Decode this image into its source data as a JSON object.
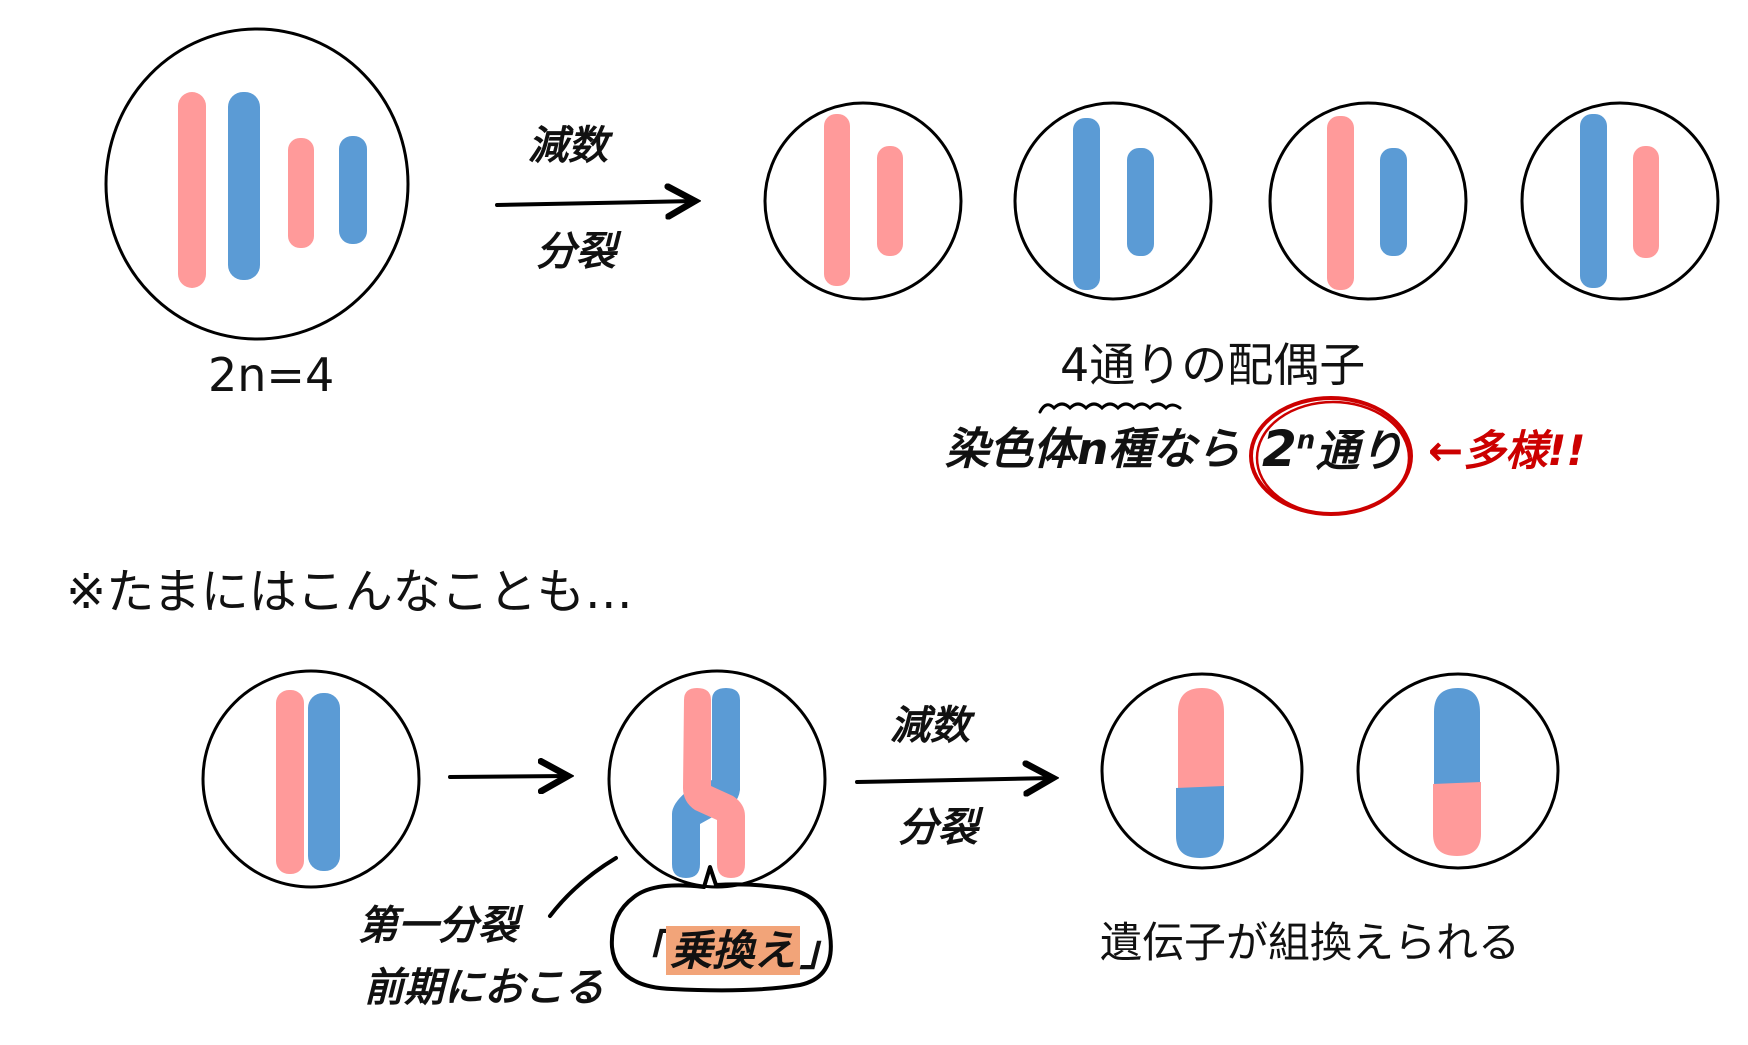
{
  "colors": {
    "maternal_pink": "#ff9a9a",
    "paternal_blue": "#5b9bd5",
    "outline": "#000000",
    "accent_red": "#cc0000",
    "highlight_orange": "#f2a479"
  },
  "top_section": {
    "parent_cell": {
      "label": "2n=4",
      "chromosomes": [
        "pink-long",
        "blue-long",
        "pink-short",
        "blue-short"
      ]
    },
    "arrow": {
      "label_above": "減数",
      "label_below": "分裂"
    },
    "gametes": [
      {
        "chromosomes": [
          "pink-long",
          "pink-short"
        ]
      },
      {
        "chromosomes": [
          "blue-long",
          "blue-short"
        ]
      },
      {
        "chromosomes": [
          "pink-long",
          "blue-short"
        ]
      },
      {
        "chromosomes": [
          "blue-long",
          "pink-short"
        ]
      }
    ],
    "gamete_caption": "4通りの配偶子",
    "rule_prefix": "染色体n種なら",
    "rule_circled_base": "2",
    "rule_circled_exp": "n",
    "rule_circled_suffix": "通り",
    "note": "←多様!!"
  },
  "bottom_section": {
    "heading": "※たまにはこんなことも…",
    "arrow1": {},
    "arrow2": {
      "label_above": "減数",
      "label_below": "分裂"
    },
    "annotation_line1": "第一分裂",
    "annotation_line2": "前期におこる",
    "bubble_open": "「",
    "bubble_text": "乗換え",
    "bubble_close": "」",
    "result_caption": "遺伝子が組換えられる"
  }
}
